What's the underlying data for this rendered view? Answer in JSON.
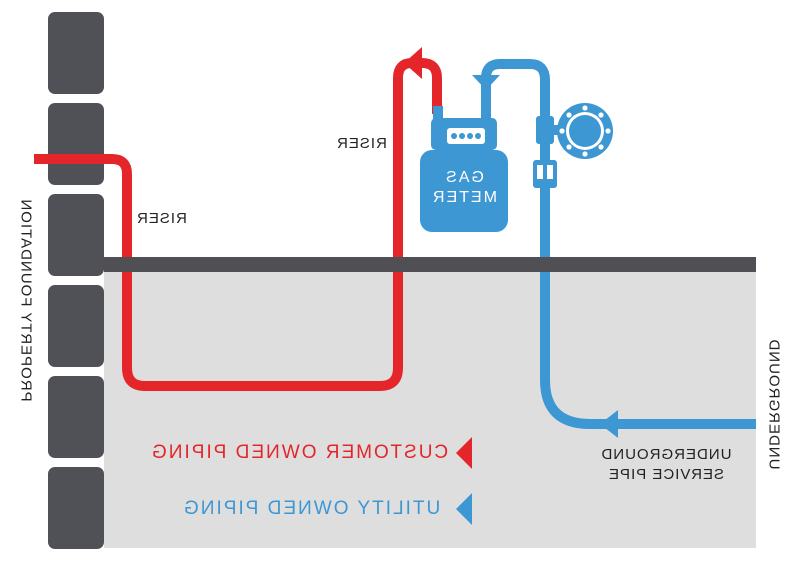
{
  "colors": {
    "customer": "#e4262b",
    "utility": "#3d97d3",
    "ground": "#dedede",
    "brick": "#505057",
    "grade_line": "#4f4f54",
    "text": "#222222",
    "meter_text": "#ffffff"
  },
  "labels": {
    "riser_left": "RISER",
    "riser_right": "RISER",
    "meter": "GAS METER",
    "underground_service_pipe_line1": "UNDERGROUND",
    "underground_service_pipe_line2": "SERVICE PIPE",
    "underground_side": "UNDERGROUND",
    "property_foundation": "PROPERTY FOUNDATION"
  },
  "legend": [
    {
      "label": "CUSTOMER OWNED PIPING",
      "color": "#e4262b"
    },
    {
      "label": "UTILITY OWNED PIPING",
      "color": "#3d97d3"
    }
  ]
}
